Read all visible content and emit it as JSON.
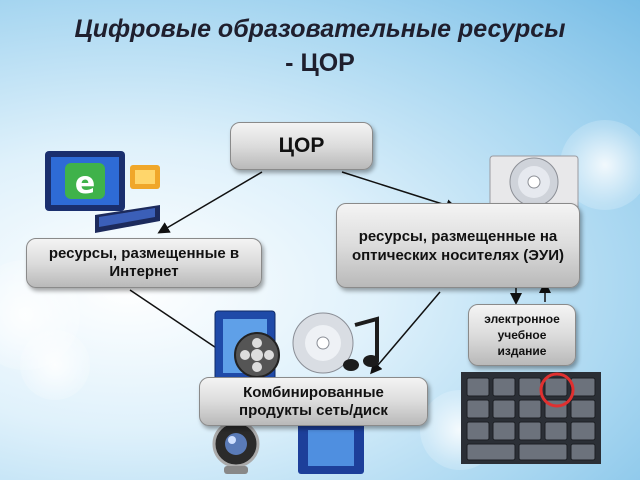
{
  "title": {
    "line1": "Цифровые образовательные ресурсы",
    "line2": "- ЦОР"
  },
  "nodes": {
    "cor": "ЦОР",
    "internet": "ресурсы, размещенные в Интернет",
    "optical": "ресурсы, размещенные на оптических носителях (ЭУИ)",
    "eui": "электронное учебное издание",
    "combined": "Комбинированные продукты сеть/диск"
  },
  "icons": {
    "computer": "computer-e-icon",
    "disc_box": "cd-case-icon",
    "media": "film-reel-cd-music-icon",
    "keyboard": "keyboard-icon",
    "camera": "webcam-icon"
  },
  "colors": {
    "box_top": "#f4f4f4",
    "box_bottom": "#b9b9b9",
    "arrow": "#111111"
  }
}
